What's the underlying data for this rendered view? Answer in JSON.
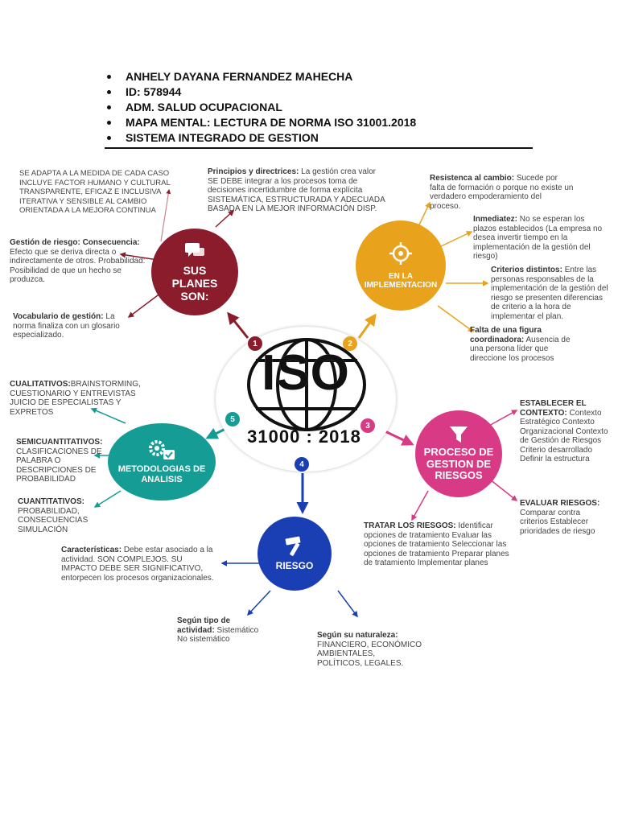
{
  "header": {
    "items": [
      "ANHELY DAYANA FERNANDEZ MAHECHA",
      "ID: 578944",
      "ADM. SALUD OCUPACIONAL",
      "MAPA MENTAL: LECTURA DE NORMA ISO 31001.2018",
      "SISTEMA INTEGRADO DE GESTION"
    ]
  },
  "center": {
    "logo_text": "ISO",
    "number": "31000 : 2018"
  },
  "colors": {
    "planes": "#8b1c2c",
    "implementacion": "#e8a21c",
    "gestion": "#d93a85",
    "riesgo": "#1a3fb5",
    "metodologias": "#159d95"
  },
  "nodes": {
    "planes": {
      "num": "1",
      "label": "SUS PLANES SON:",
      "icon": "chat-icon"
    },
    "implementacion": {
      "num": "2",
      "label": "EN LA IMPLEMENTACION",
      "icon": "target-icon"
    },
    "gestion": {
      "num": "3",
      "label": "PROCESO DE GESTION DE RIESGOS",
      "icon": "funnel-icon"
    },
    "riesgo": {
      "num": "4",
      "label": "RIESGO",
      "icon": "hammer-icon"
    },
    "metodologias": {
      "num": "5",
      "label": "METODOLOGIAS DE ANALISIS",
      "icon": "gears-icon"
    }
  },
  "notes": {
    "adapta": "SE ADAPTA A LA MEDIDA DE CADA CASO INCLUYE FACTOR HUMANO Y CULTURAL TRANSPARENTE, EFICAZ E INCLUSIVA ITERATIVA Y SENSIBLE AL CAMBIO ORIENTADA A LA MEJORA CONTINUA",
    "principios_title": "Principios y directrices:",
    "principios_text": "La gestión crea valor SE DEBE integrar a los procesos toma de decisiones incertidumbre de forma explícita SISTEMÁTICA, ESTRUCTURADA Y ADECUADA BASADA EN LA MEJOR INFORMACIÓN DISP.",
    "gestion_riesgo_title": "Gestión de riesgo: Consecuencia:",
    "gestion_riesgo_text": "Efecto que se deriva directa o indirectamente de otros. Probabilidad: Posibilidad de que un hecho se produzca.",
    "vocabulario_title": "Vocabulario de gestión:",
    "vocabulario_text": "La norma finaliza con un glosario especializado.",
    "resistencia_title": "Resistenca al cambio:",
    "resistencia_text": "Sucede por falta de formación o porque no existe un verdadero empoderamiento del proceso.",
    "inmediatez_title": "Inmediatez:",
    "inmediatez_text": "No se esperan los plazos establecidos (La empresa no desea invertir tiempo en la implementación de la gestión del riesgo)",
    "criterios_title": "Criterios distintos:",
    "criterios_text": "Entre las personas responsables de la implementación de la gestión del riesgo se presenten diferencias de criterio a la hora de implementar el plan.",
    "falta_title": "Falta de una figura coordinadora:",
    "falta_text": "Ausencia de una persona líder que direccione los procesos",
    "cualitativos_title": "CUALITATIVOS:",
    "cualitativos_text": "BRAINSTORMING, CUESTIONARIO Y ENTREVISTAS JUICIO DE ESPECIALISTAS Y EXPRETOS",
    "semicuantitativos_title": "SEMICUANTITATIVOS:",
    "semicuantitativos_text": "CLASIFICACIONES DE PALABRA O DESCRIPCIONES DE PROBABILIDAD",
    "cuantitativos_title": "CUANTITATIVOS:",
    "cuantitativos_text": "PROBABILIDAD, CONSECUENCIAS SIMULACIÓN",
    "establecer_title": "ESTABLECER EL CONTEXTO:",
    "establecer_text": "Contexto Estratégico Contexto Organizacional Contexto de Gestión de Riesgos Criterio desarrollado Definir la estructura",
    "evaluar_title": "EVALUAR RIESGOS:",
    "evaluar_text": "Comparar contra criterios Establecer prioridades de riesgo",
    "tratar_title": "TRATAR LOS RIESGOS:",
    "tratar_text": "Identificar opciones de tratamiento Evaluar las opciones de tratamiento Seleccionar las opciones de tratamiento Preparar planes de tratamiento Implementar planes",
    "caracteristicas_title": "Características:",
    "caracteristicas_text": "Debe estar asociado a la actividad. SON COMPLEJOS. SU IMPACTO DEBE SER SIGNIFICATIVO, entorpecen los procesos organizacionales.",
    "tipo_title": "Según tipo de actividad:",
    "tipo_text": "Sistemático No sistemático",
    "naturaleza_title": "Según su naturaleza:",
    "naturaleza_text": "FINANCIERO, ECONÓMICO AMBIENTALES, POLÍTICOS, LEGALES."
  }
}
